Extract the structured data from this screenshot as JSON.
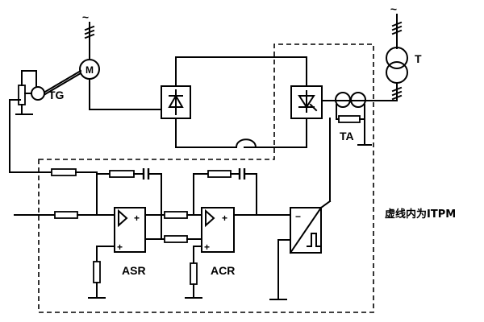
{
  "labels": {
    "tg": "TG",
    "motor": "M",
    "transformer": "T",
    "current_transformer": "TA",
    "speed_regulator": "ASR",
    "current_regulator": "ACR",
    "note": "虚线内为ITPM",
    "ac_source_motor": "~",
    "ac_source_transformer": "~",
    "opamp_plus": "+",
    "opamp_minus": "−"
  }
}
